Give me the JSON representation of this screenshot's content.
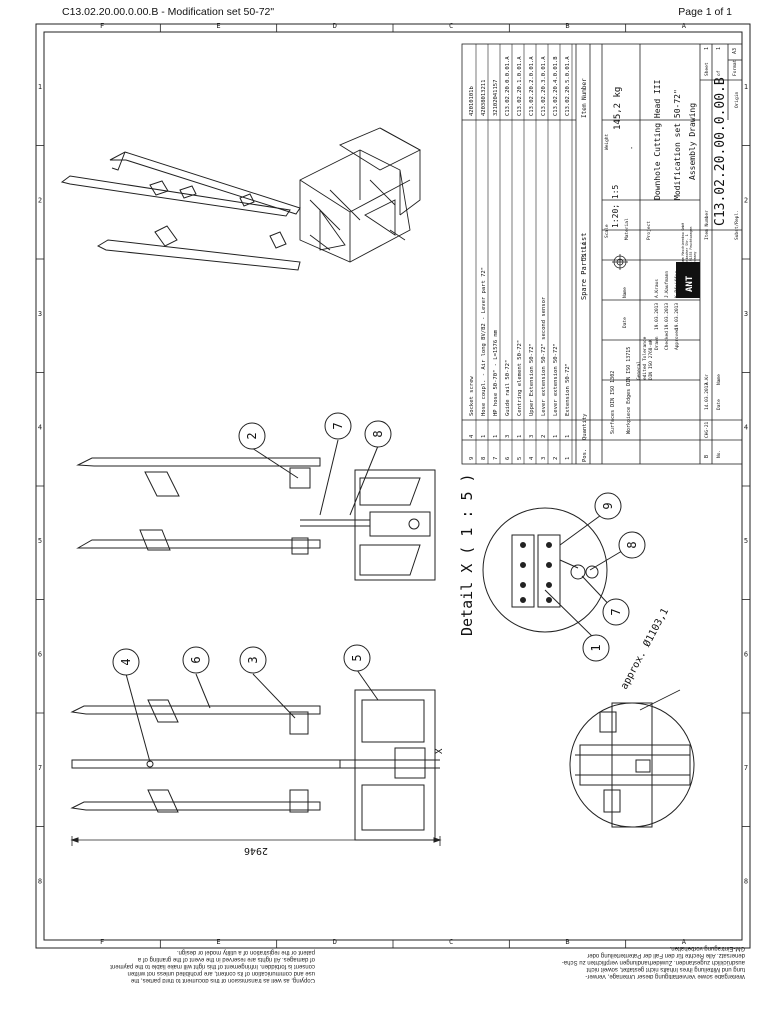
{
  "header": {
    "doc_title": "C13.02.20.00.0.00.B - Modification set 50-72\"",
    "page_label": "Page 1 of 1"
  },
  "zone_letters": [
    "F",
    "E",
    "D",
    "C",
    "B",
    "A"
  ],
  "zone_numbers": [
    "1",
    "2",
    "3",
    "4",
    "5",
    "6",
    "7",
    "8"
  ],
  "parts_list": {
    "header": [
      "Pos.",
      "Quantity",
      "Title",
      "Item Number"
    ],
    "rows": [
      {
        "pos": "9",
        "qty": "4",
        "title": "Socket screw",
        "item": "42010101b"
      },
      {
        "pos": "8",
        "qty": "1",
        "title": "Hose coupl. - Air long BV/B2 - Lever part 72\"",
        "item": "42038013211"
      },
      {
        "pos": "7",
        "qty": "1",
        "title": "HP hose 50-70\" - L=1576 mm",
        "item": "32102041157"
      },
      {
        "pos": "6",
        "qty": "3",
        "title": "Guide rail 50-72\"",
        "item": "C13.02.20.0.0.01.A"
      },
      {
        "pos": "5",
        "qty": "1",
        "title": "Centring element 50-72\"",
        "item": "C13.02.20.1.0.01.A"
      },
      {
        "pos": "4",
        "qty": "3",
        "title": "Upper Extension 50-72\"",
        "item": "C13.02.20.2.0.01.A"
      },
      {
        "pos": "3",
        "qty": "2",
        "title": "Lever extension 50-72\" second sensor",
        "item": "C13.02.20.3.0.01.A"
      },
      {
        "pos": "2",
        "qty": "1",
        "title": "Lever extension 50-72\"",
        "item": "C13.02.20.4.0.01.B"
      },
      {
        "pos": "1",
        "qty": "1",
        "title": "Extension 50-72\"",
        "item": "C13.02.20.5.0.01.A"
      }
    ],
    "caption": "Spare Parts List"
  },
  "title_block": {
    "scale_label": "Scale",
    "scale": "1:20; 1:5",
    "weight_label": "Weight",
    "weight": "145,2 kg",
    "material_label": "Material",
    "material": "-",
    "project_label": "Project",
    "project": "Downhole Cutting Head III",
    "subtitle": "Modification set 50-72\"",
    "drawing_type": "Assembly Drawing",
    "item_number_label": "Item Number",
    "drawing_number": "C13.02.20.00.0.00.B",
    "sheet_label": "Sheet",
    "sheet": "1",
    "of_label": "of",
    "sheets_total": "1",
    "format_label": "Format",
    "format": "A3",
    "replaces_label": "Subst/Repl.",
    "origin_label": "Origin",
    "company_logo": "ANT",
    "company_address": "Hamm Maschinenbau GmbH\nAnsbacher Str. 1\nD-91555 Feuchtwangen\nGermany",
    "general_tolerance": "General\nedited Tolerance\nDIN ISO 2768-mK",
    "surface": "Surfaces DIN ISO 1302",
    "workpiece_edges": "Workpiece Edges DIN ISO 13715",
    "date_label": "Date",
    "name_label": "Name",
    "drawn_label": "Drawn",
    "drawn_date": "19.03.2013",
    "drawn_name": "A.Kraus",
    "checked_label": "Checked",
    "checked_date": "19.03.2013",
    "checked_name": "J.Kaufmann",
    "approved_label": "Approved",
    "approved_date": "19.03.2013",
    "approved_name": "K.Pfeiffer",
    "rev_letter": "B",
    "rev_text": "CHG-21",
    "rev_date": "14.03.2013",
    "rev_name": "A.Kr",
    "no_label": "No."
  },
  "drawing": {
    "detail_label": "Detail X ( 1 : 5 )",
    "dimension_length": "2946",
    "approx_diameter": "approx. Ø1103,1",
    "section_marker": "X",
    "balloons": [
      "1",
      "2",
      "3",
      "4",
      "5",
      "6",
      "7",
      "8",
      "9"
    ]
  },
  "footnotes": {
    "left": "Copying, as well as transmission of this document to third parties, the\nuse and communication of its content, are prohibited unless not written\nconsent is forbidden. Infringement of this right will make liable to the payment\nof damages. All rights are reserved in the event of the granting of a\npatent or the registration of a utility model or design.",
    "right": "Weitergabe sowie Vervielfältigung dieser Unterlage, Verwer-\ntung und Mitteilung ihres Inhalts nicht gestattet, soweit nicht\nausdrücklich zugestanden. Zuwiderhandlungen verpflichten zu Scha-\ndenersatz. Alle Rechte für den Fall der Patenterteilung oder\nGM-Eintragung vorbehalten."
  }
}
